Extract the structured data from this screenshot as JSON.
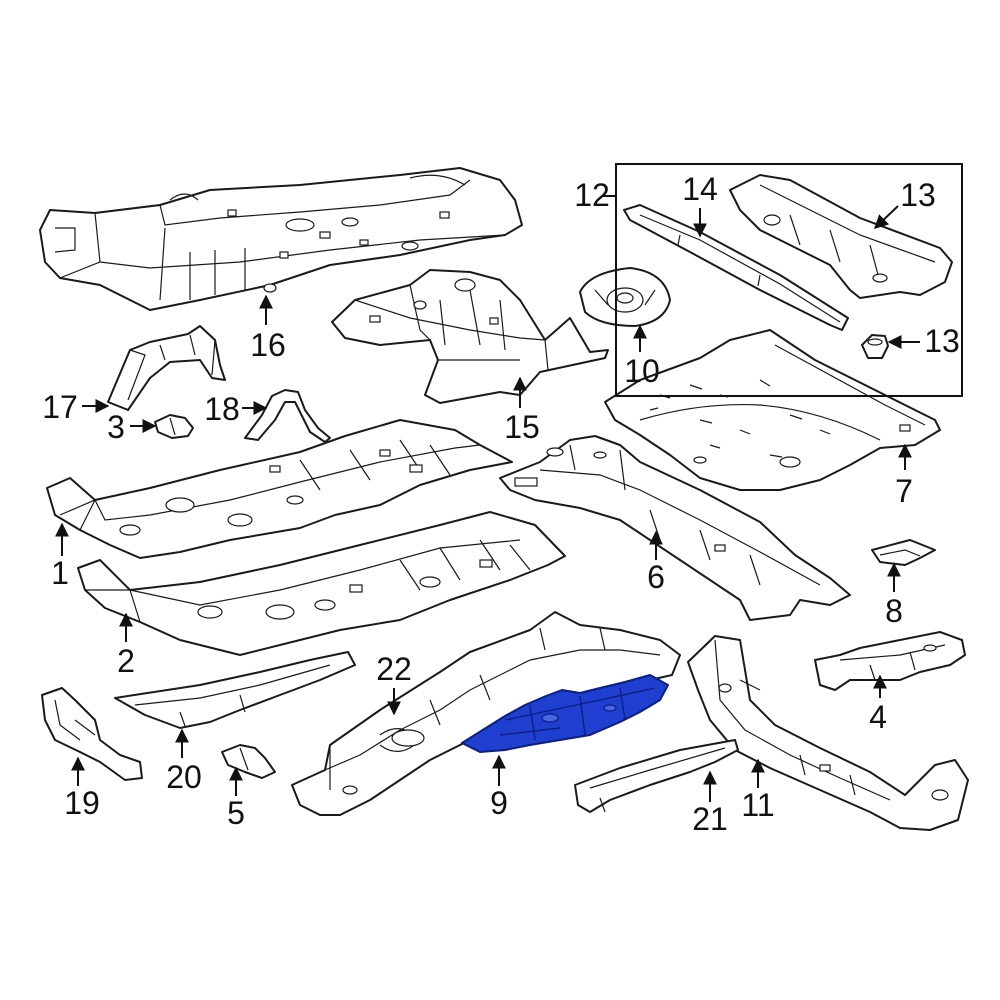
{
  "colors": {
    "background": "#ffffff",
    "line": "#1a1a1a",
    "highlight_fill": "#1f3fd1",
    "highlight_stroke": "#0d1f80"
  },
  "callouts": {
    "c1": "1",
    "c2": "2",
    "c3": "3",
    "c4": "4",
    "c5": "5",
    "c6": "6",
    "c7": "7",
    "c8": "8",
    "c9": "9",
    "c10": "10",
    "c11": "11",
    "c12": "12",
    "c13a": "13",
    "c13b": "13",
    "c14": "14",
    "c15": "15",
    "c16": "16",
    "c17": "17",
    "c18": "18",
    "c19": "19",
    "c20": "20",
    "c21": "21",
    "c22": "22"
  },
  "highlighted_part": "9"
}
